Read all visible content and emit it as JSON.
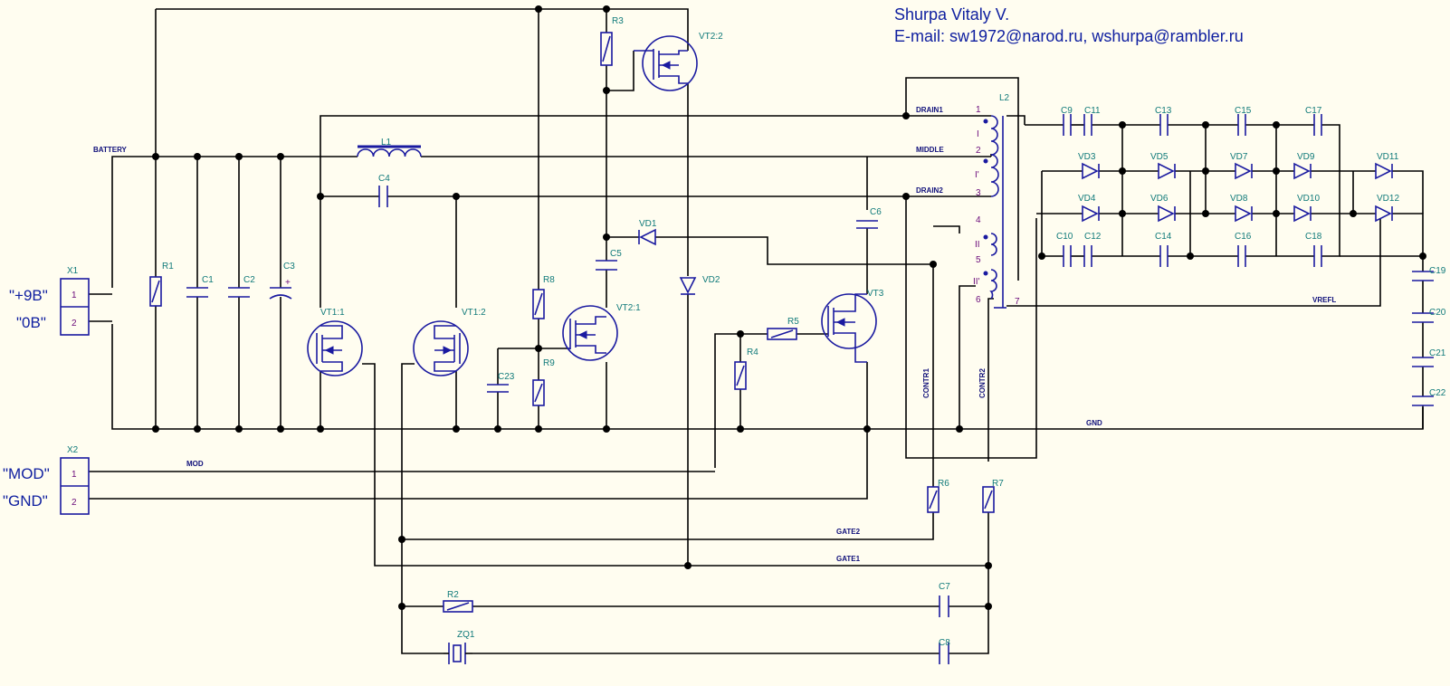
{
  "header": {
    "author": "Shurpa Vitaly V.",
    "email": "E-mail: sw1972@narod.ru, wshurpa@rambler.ru"
  },
  "connectors": {
    "x1": {
      "ref": "X1",
      "label_top": "\"+9B\"",
      "label_bottom": "\"0B\"",
      "pin1": "1",
      "pin2": "2"
    },
    "x2": {
      "ref": "X2",
      "label_top": "\"MOD\"",
      "label_bottom": "\"GND\"",
      "pin1": "1",
      "pin2": "2"
    }
  },
  "nets": {
    "battery": "BATTERY",
    "mod": "MOD",
    "gnd": "GND",
    "drain1": "DRAIN1",
    "middle": "MIDDLE",
    "drain2": "DRAIN2",
    "gate1": "GATE1",
    "gate2": "GATE2",
    "contr1": "CONTR1",
    "contr2": "CONTR2",
    "vrefl": "VREFL"
  },
  "components": {
    "R1": "R1",
    "R2": "R2",
    "R3": "R3",
    "R4": "R4",
    "R5": "R5",
    "R6": "R6",
    "R7": "R7",
    "R8": "R8",
    "R9": "R9",
    "C1": "C1",
    "C2": "C2",
    "C3": "C3",
    "C4": "C4",
    "C5": "C5",
    "C6": "C6",
    "C7": "C7",
    "C8": "C8",
    "C9": "C9",
    "C10": "C10",
    "C11": "C11",
    "C12": "C12",
    "C13": "C13",
    "C14": "C14",
    "C15": "C15",
    "C16": "C16",
    "C17": "C17",
    "C18": "C18",
    "C19": "C19",
    "C20": "C20",
    "C21": "C21",
    "C22": "C22",
    "C23": "C23",
    "L1": "L1",
    "L2": "L2",
    "VT1_1": "VT1:1",
    "VT1_2": "VT1:2",
    "VT2_1": "VT2:1",
    "VT2_2": "VT2:2",
    "VT3": "VT3",
    "VD1": "VD1",
    "VD2": "VD2",
    "VD3": "VD3",
    "VD4": "VD4",
    "VD5": "VD5",
    "VD6": "VD6",
    "VD7": "VD7",
    "VD8": "VD8",
    "VD9": "VD9",
    "VD10": "VD10",
    "VD11": "VD11",
    "VD12": "VD12",
    "ZQ1": "ZQ1"
  },
  "transformer": {
    "pins": [
      "1",
      "2",
      "3",
      "4",
      "5",
      "6",
      "7"
    ],
    "windings": [
      "I",
      "I'",
      "II",
      "II'"
    ]
  },
  "polarity_mark": "+"
}
